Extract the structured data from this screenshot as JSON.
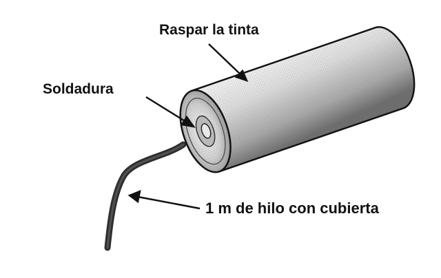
{
  "labels": {
    "scrape_ink": "Raspar la tinta",
    "solder": "Soldadura",
    "wire": "1 m de hilo con cubierta"
  },
  "colors": {
    "ink": "#111111",
    "body_light": "#d4d4d4",
    "body_dark": "#7a7a7a",
    "wire": "#3a3a3a"
  }
}
